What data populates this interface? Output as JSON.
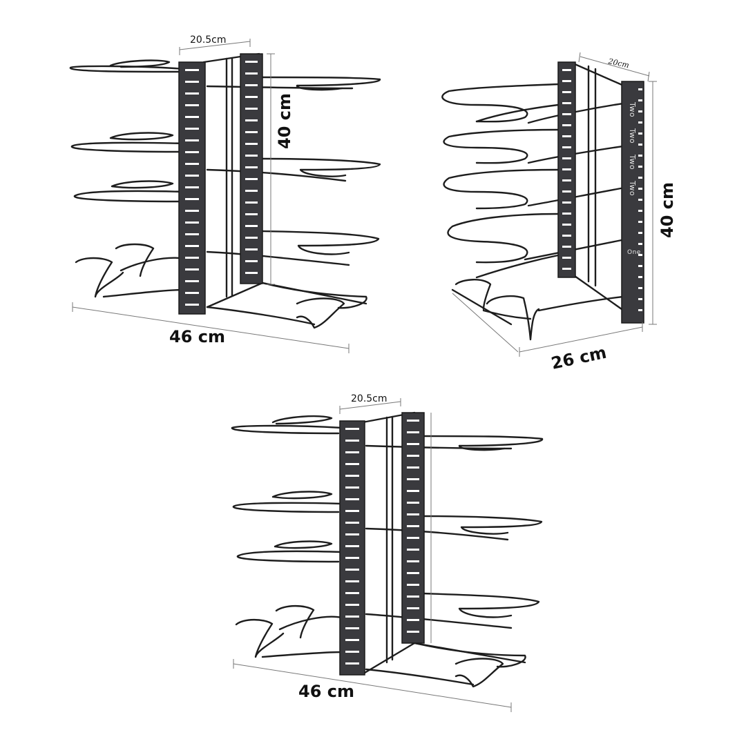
{
  "views": [
    {
      "name": "front-view-top",
      "width_label": "20.5cm",
      "height_label": "40 cm",
      "length_label": "46 cm"
    },
    {
      "name": "side-view",
      "depth_label": "20cm",
      "height_label": "40 cm",
      "length_label": "26 cm",
      "panel_text_two": [
        "Two",
        "Two",
        "Two",
        "Two"
      ],
      "panel_text_one": "One"
    },
    {
      "name": "front-view-bottom",
      "width_label": "20.5cm",
      "length_label": "46 cm"
    }
  ],
  "colors": {
    "wire": "#1d1d1d",
    "panel": "#3a3a3e",
    "background": "#ffffff"
  }
}
